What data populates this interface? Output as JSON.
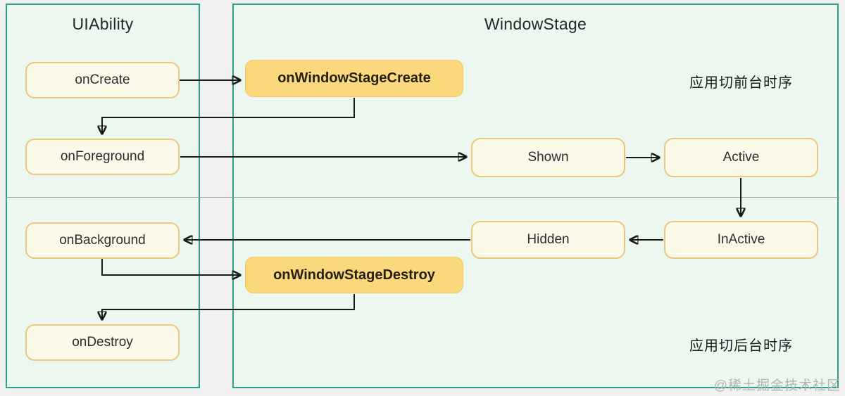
{
  "diagram": {
    "panels": {
      "uiability": {
        "title": "UIAbility"
      },
      "windowstage": {
        "title": "WindowStage"
      }
    },
    "nodes": {
      "onCreate": "onCreate",
      "onForeground": "onForeground",
      "onBackground": "onBackground",
      "onDestroy": "onDestroy",
      "onWindowStageCreate": "onWindowStageCreate",
      "onWindowStageDestroy": "onWindowStageDestroy",
      "shown": "Shown",
      "active": "Active",
      "hidden": "Hidden",
      "inactive": "InActive"
    },
    "annotations": {
      "foreground": "应用切前台时序",
      "background": "应用切后台时序"
    },
    "watermark": "@稀土掘金技术社区"
  },
  "colors": {
    "panel_border": "#2b9e8f",
    "panel_bg": "#ebf7ef",
    "page_bg": "#f1f1f2",
    "node_bg": "#fdf9e9",
    "node_border": "#e9c77d",
    "highlight_bg": "#fbd87c",
    "highlight_border": "#f0c568",
    "arrow": "#1a1a1a",
    "divider": "#98a09e",
    "text": "#22292b",
    "watermark": "#b3b3b3"
  }
}
